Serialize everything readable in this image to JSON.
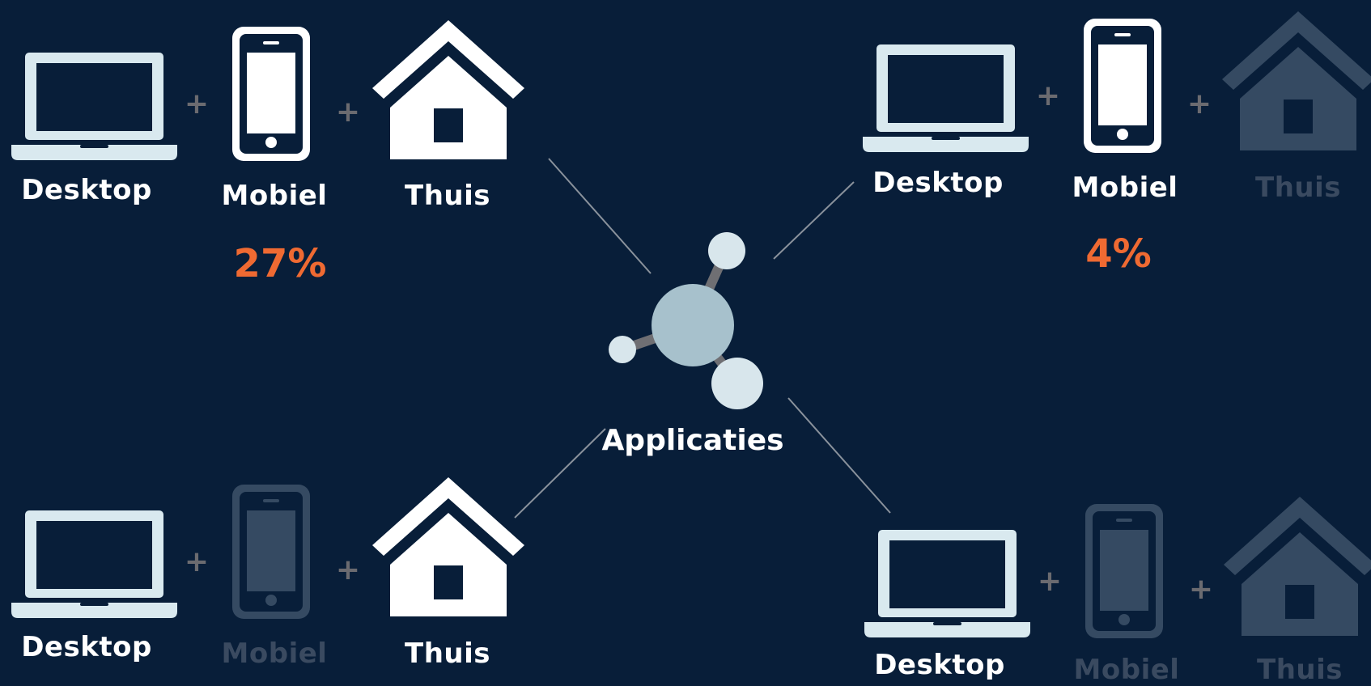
{
  "center": {
    "label": "Applicaties"
  },
  "colors": {
    "background": "#081e39",
    "active_icon": "#ffffff",
    "laptop": "#d9e9ef",
    "inactive_icon": "#354a62",
    "plus": "#6b6b70",
    "percentage": "#ef6a32",
    "connector": "#8a929c",
    "molecule_main": "#a7c1cc",
    "molecule_small": "#d8e6ec"
  },
  "groups": [
    {
      "position": "top-left",
      "items": [
        {
          "label": "Desktop",
          "icon": "laptop-icon",
          "active": true
        },
        {
          "label": "Mobiel",
          "icon": "phone-icon",
          "active": true
        },
        {
          "label": "Thuis",
          "icon": "house-icon",
          "active": true
        }
      ],
      "percentage": "27%"
    },
    {
      "position": "top-right",
      "items": [
        {
          "label": "Desktop",
          "icon": "laptop-icon",
          "active": true
        },
        {
          "label": "Mobiel",
          "icon": "phone-icon",
          "active": true
        },
        {
          "label": "Thuis",
          "icon": "house-icon",
          "active": false
        }
      ],
      "percentage": "4%"
    },
    {
      "position": "bottom-left",
      "items": [
        {
          "label": "Desktop",
          "icon": "laptop-icon",
          "active": true
        },
        {
          "label": "Mobiel",
          "icon": "phone-icon",
          "active": false
        },
        {
          "label": "Thuis",
          "icon": "house-icon",
          "active": true
        }
      ]
    },
    {
      "position": "bottom-right",
      "items": [
        {
          "label": "Desktop",
          "icon": "laptop-icon",
          "active": true
        },
        {
          "label": "Mobiel",
          "icon": "phone-icon",
          "active": false
        },
        {
          "label": "Thuis",
          "icon": "house-icon",
          "active": false
        }
      ]
    }
  ]
}
